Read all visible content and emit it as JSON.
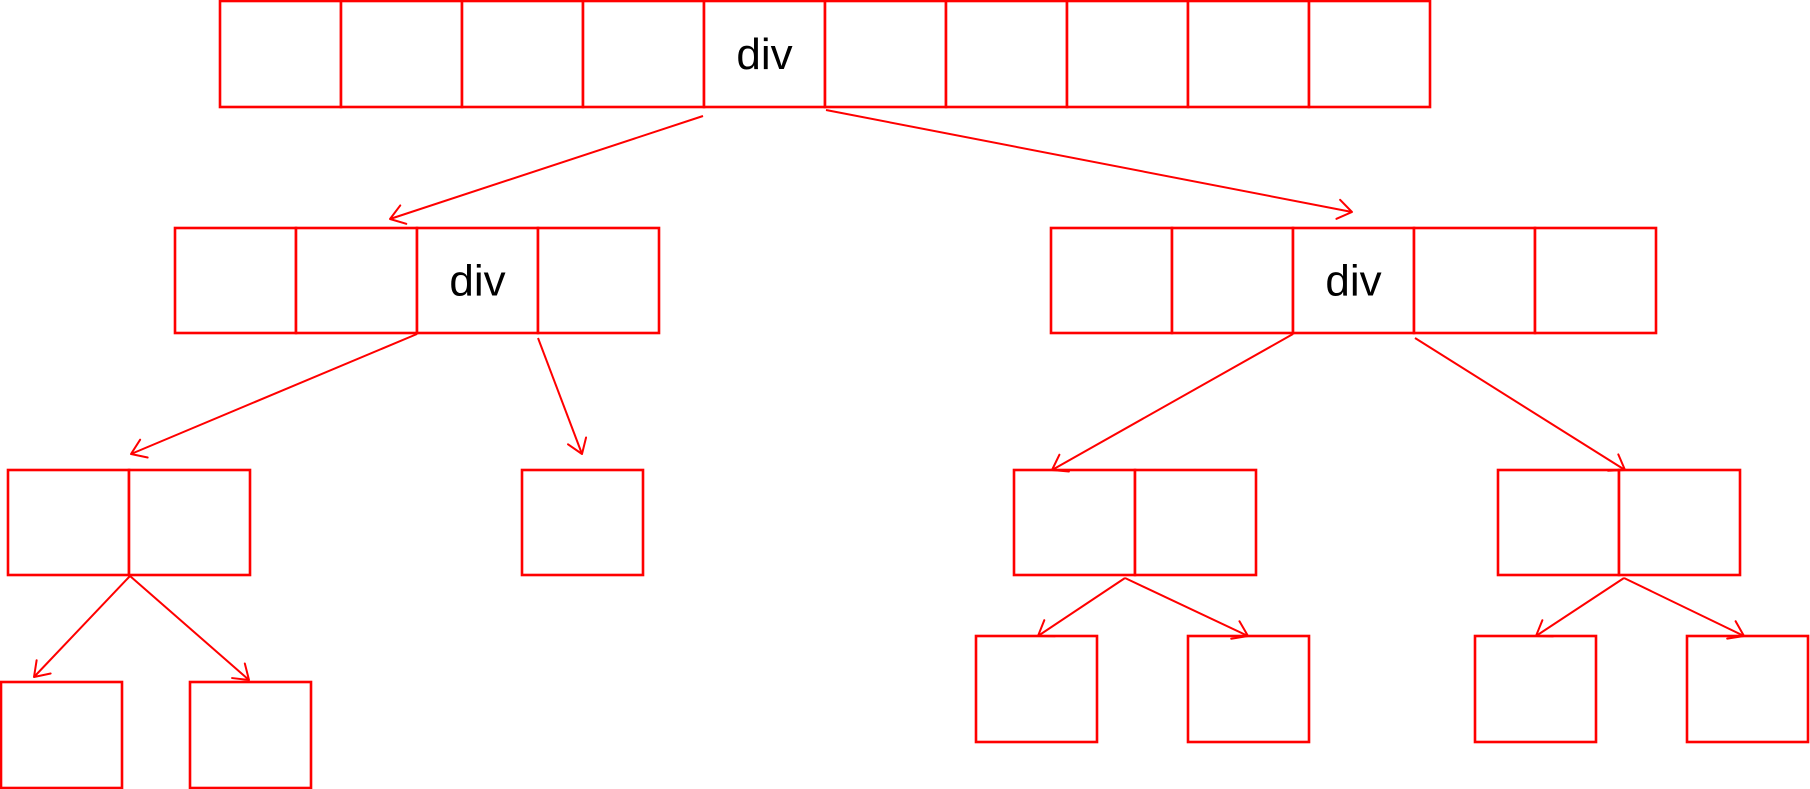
{
  "diagram": {
    "line_color": "#ff0000",
    "text_color": "#000000",
    "background": "#ffffff",
    "cell_label": "div"
  },
  "rows": [
    {
      "id": "row-top",
      "cells": 10,
      "labeled_cell_index": 4,
      "label": "div"
    },
    {
      "id": "row-mid-left",
      "cells": 4,
      "labeled_cell_index": 2,
      "label": "div"
    },
    {
      "id": "row-mid-right",
      "cells": 5,
      "labeled_cell_index": 2,
      "label": "div"
    },
    {
      "id": "row-l3-a",
      "cells": 2,
      "labeled_cell_index": null,
      "label": ""
    },
    {
      "id": "row-l3-b",
      "cells": 1,
      "labeled_cell_index": null,
      "label": ""
    },
    {
      "id": "row-l3-c",
      "cells": 2,
      "labeled_cell_index": null,
      "label": ""
    },
    {
      "id": "row-l3-d",
      "cells": 2,
      "labeled_cell_index": null,
      "label": ""
    },
    {
      "id": "row-l4-a",
      "cells": 1,
      "labeled_cell_index": null,
      "label": ""
    },
    {
      "id": "row-l4-b",
      "cells": 1,
      "labeled_cell_index": null,
      "label": ""
    },
    {
      "id": "row-l4-c",
      "cells": 1,
      "labeled_cell_index": null,
      "label": ""
    },
    {
      "id": "row-l4-d",
      "cells": 1,
      "labeled_cell_index": null,
      "label": ""
    },
    {
      "id": "row-l4-e",
      "cells": 1,
      "labeled_cell_index": null,
      "label": ""
    },
    {
      "id": "row-l4-f",
      "cells": 1,
      "labeled_cell_index": null,
      "label": ""
    }
  ],
  "connections": [
    {
      "from": "row-top",
      "to": "row-mid-left"
    },
    {
      "from": "row-top",
      "to": "row-mid-right"
    },
    {
      "from": "row-mid-left",
      "to": "row-l3-a"
    },
    {
      "from": "row-mid-left",
      "to": "row-l3-b"
    },
    {
      "from": "row-mid-right",
      "to": "row-l3-c"
    },
    {
      "from": "row-mid-right",
      "to": "row-l3-d"
    },
    {
      "from": "row-l3-a",
      "to": "row-l4-a"
    },
    {
      "from": "row-l3-a",
      "to": "row-l4-b"
    },
    {
      "from": "row-l3-c",
      "to": "row-l4-c"
    },
    {
      "from": "row-l3-c",
      "to": "row-l4-d"
    },
    {
      "from": "row-l3-d",
      "to": "row-l4-e"
    },
    {
      "from": "row-l3-d",
      "to": "row-l4-f"
    }
  ]
}
